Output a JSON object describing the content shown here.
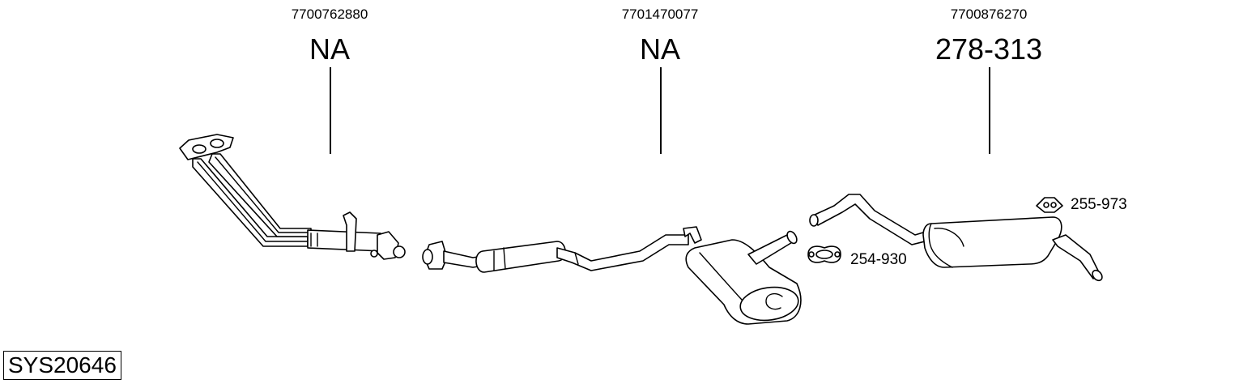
{
  "groups": [
    {
      "oem": "7700762880",
      "part": "NA"
    },
    {
      "oem": "7701470077",
      "part": "NA"
    },
    {
      "oem": "7700876270",
      "part": "278-313"
    }
  ],
  "accessories": [
    {
      "part": "255-973",
      "icon": "rubber-hanger-icon"
    },
    {
      "part": "254-930",
      "icon": "pipe-clamp-icon"
    }
  ],
  "system_code": "SYS20646"
}
